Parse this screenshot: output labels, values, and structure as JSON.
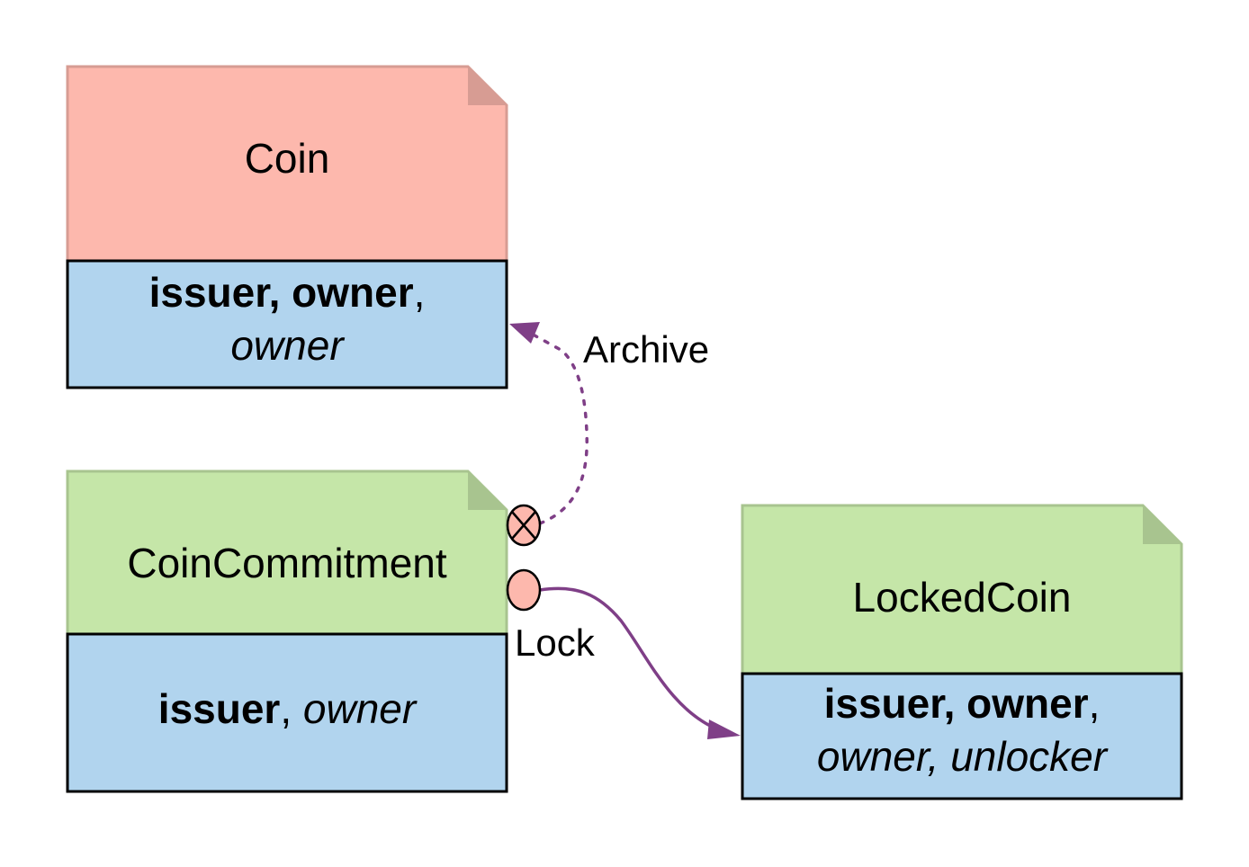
{
  "colors": {
    "archived_header": "#fdb8ad",
    "archived_fold": "#d79c93",
    "archived_border": "#d79c93",
    "active_header": "#c5e6a8",
    "active_fold": "#a8c48f",
    "active_border": "#a8c48f",
    "body_fill": "#b1d4ee",
    "body_border": "#000000",
    "edge": "#7f3f87",
    "port_fill": "#fdb8ad"
  },
  "templates": {
    "coin": {
      "name": "Coin",
      "state": "archived",
      "signatories": "issuer, owner",
      "comma": ",",
      "observers": "owner"
    },
    "coin_commitment": {
      "name": "CoinCommitment",
      "state": "active",
      "signatories": "issuer",
      "comma": ",",
      "observers": "owner"
    },
    "locked_coin": {
      "name": "LockedCoin",
      "state": "active",
      "signatories": "issuer, owner",
      "comma": ",",
      "observers": "owner, unlocker"
    }
  },
  "choices": {
    "archive": {
      "label": "Archive",
      "kind": "consuming",
      "port_icon": "x-circle-icon",
      "from": "CoinCommitment",
      "to": "Coin",
      "line_style": "dotted"
    },
    "lock": {
      "label": "Lock",
      "kind": "nonconsuming",
      "port_icon": "circle-icon",
      "from": "CoinCommitment",
      "to": "LockedCoin",
      "line_style": "solid"
    }
  }
}
